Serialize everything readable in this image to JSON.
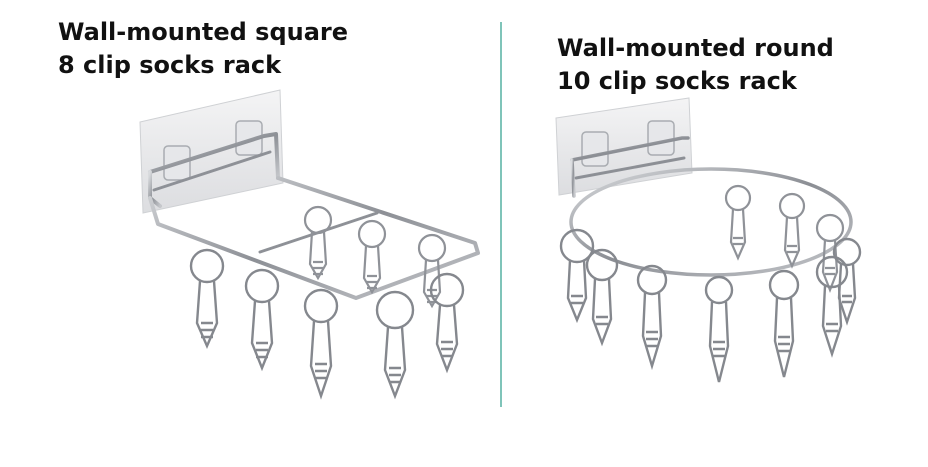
{
  "products": [
    {
      "title_line1": "Wall-mounted square",
      "title_line2": "8 clip socks rack"
    },
    {
      "title_line1": "Wall-mounted round",
      "title_line2": "10 clip socks rack"
    }
  ],
  "colors": {
    "background": "#ffffff",
    "divider": "#7fc4b9",
    "text": "#111111",
    "steel": "#9a9da2"
  }
}
